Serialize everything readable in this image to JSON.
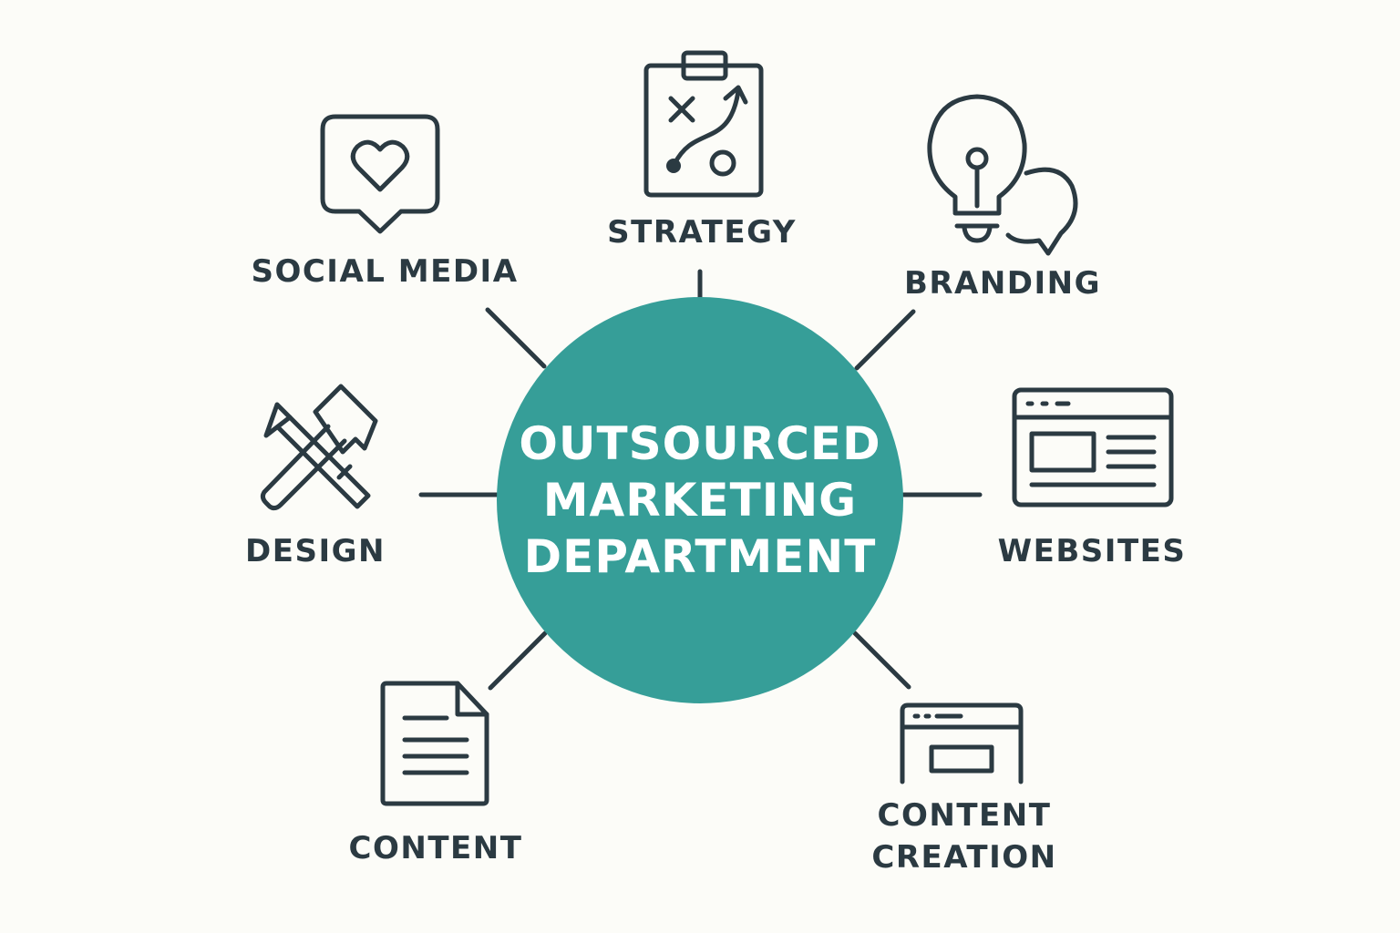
{
  "hub": {
    "lines": [
      "OUTSOURCED",
      "MARKETING",
      "DEPARTMENT"
    ],
    "color": "#369e98",
    "text_color": "#ffffff"
  },
  "ink_color": "#2b3a42",
  "background_color": "#fcfcf8",
  "nodes": [
    {
      "key": "strategy",
      "label": "STRATEGY",
      "icon": "strategy-clipboard-icon"
    },
    {
      "key": "social_media",
      "label": "SOCIAL MEDIA",
      "icon": "heart-speech-bubble-icon"
    },
    {
      "key": "branding",
      "label": "BRANDING",
      "icon": "lightbulb-chat-icon"
    },
    {
      "key": "design",
      "label": "DESIGN",
      "icon": "pencil-hammer-icon"
    },
    {
      "key": "websites",
      "label": "WEBSITES",
      "icon": "browser-window-icon"
    },
    {
      "key": "content",
      "label": "CONTENT",
      "icon": "document-icon"
    },
    {
      "key": "content_creation",
      "label_lines": [
        "CONTENT",
        "CREATION"
      ],
      "icon": "browser-layout-icon"
    }
  ]
}
